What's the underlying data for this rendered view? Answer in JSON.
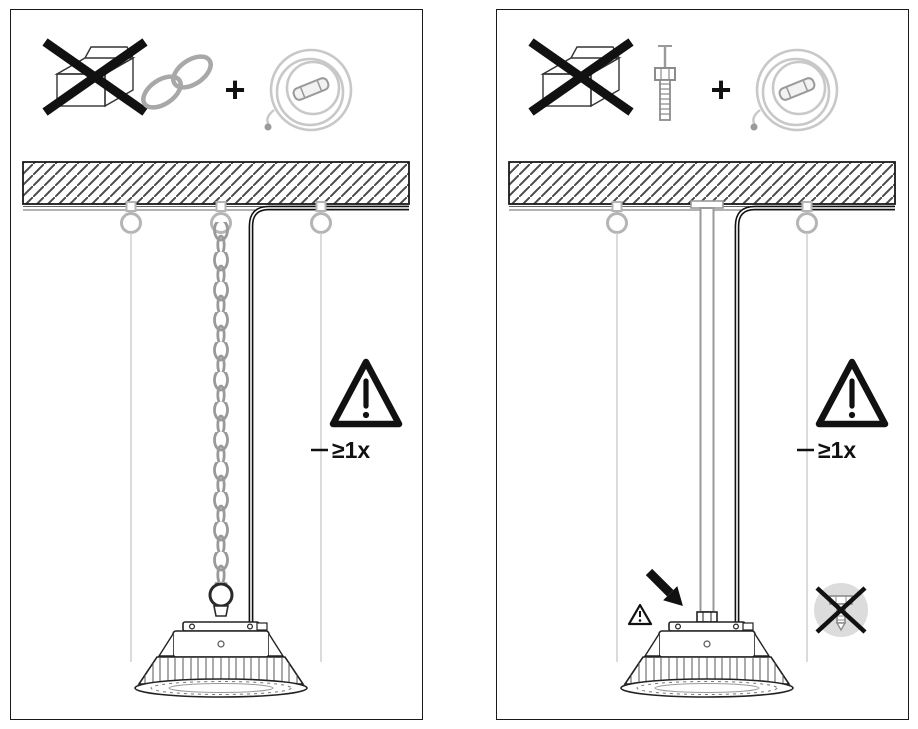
{
  "panels": {
    "left": {
      "plus_label": "+",
      "min_quantity_label": "≥1x",
      "icons": [
        "no-packaging-icon",
        "chain-icon",
        "plus-sign",
        "safety-cable-coil-icon",
        "warning-triangle-icon"
      ],
      "illustration": "luminaire suspended from ceiling eye hook by chain with at least one safety cable attached"
    },
    "right": {
      "plus_label": "+",
      "min_quantity_label": "≥1x",
      "icons": [
        "no-packaging-icon",
        "threaded-rod-icon",
        "plus-sign",
        "safety-cable-coil-icon",
        "warning-triangle-icon",
        "mounting-point-warning-arrow",
        "no-screw-icon"
      ],
      "illustration": "luminaire mounted on threaded rod with at least one safety cable attached; do not use screw alone"
    }
  }
}
